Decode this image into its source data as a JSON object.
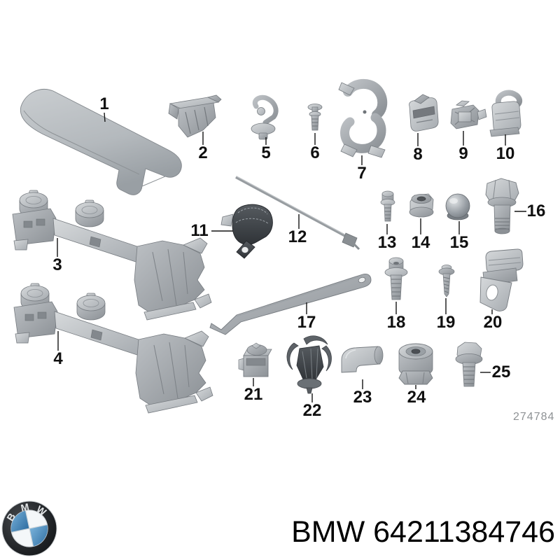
{
  "canvas": {
    "background": "#ffffff"
  },
  "diagram": {
    "drawing_number": "274784",
    "callouts": [
      "1",
      "2",
      "3",
      "4",
      "5",
      "6",
      "7",
      "8",
      "9",
      "10",
      "11",
      "12",
      "13",
      "14",
      "15",
      "16",
      "17",
      "18",
      "19",
      "20",
      "21",
      "22",
      "23",
      "24",
      "25"
    ]
  },
  "footer": {
    "part_text": "BMW 64211384746",
    "logo": {
      "name": "bmw-roundel",
      "letters": [
        "B",
        "M",
        "W"
      ],
      "colors": {
        "ring": "#1c1f22",
        "blue": "#4287bf",
        "quadrant_white": "#f4f7f9"
      }
    }
  }
}
